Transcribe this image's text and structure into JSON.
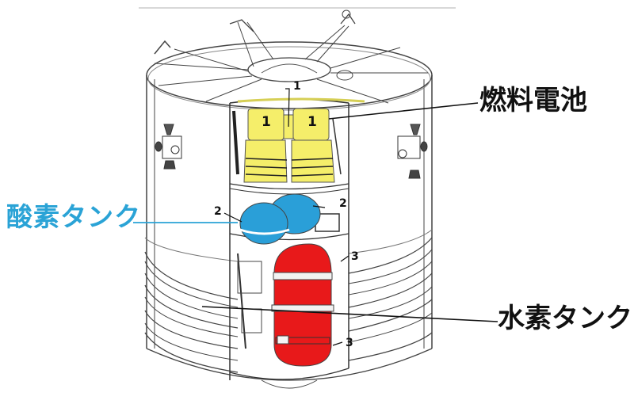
{
  "diagram": {
    "subject": "spacecraft service module cutaway",
    "labels": {
      "fuel_cell": "燃料電池",
      "oxygen_tank": "酸素タンク",
      "hydrogen_tank": "水素タンク"
    },
    "callouts": {
      "fuel_cell_top": "1",
      "fuel_cell_left": "1",
      "fuel_cell_right": "1",
      "oxygen_left": "2",
      "oxygen_right": "2",
      "hydrogen_top": "3",
      "hydrogen_bottom": "3"
    },
    "colors": {
      "fuel_cell": "#f5ee6a",
      "oxygen_tank": "#2a9fd8",
      "hydrogen_tank": "#e8191a",
      "oxygen_label": "#2aa3d6",
      "line_art": "#333333"
    }
  }
}
